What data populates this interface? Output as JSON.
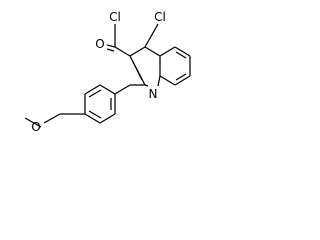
{
  "colors": {
    "bond": "#000000",
    "C": "#000000",
    "O": "#000000",
    "N": "#000000",
    "Cl": "#000000"
  },
  "labels": {
    "cl_acyl": "Cl",
    "o_carbonyl": "O",
    "cl_ring": "Cl",
    "n_ring": "N",
    "o_ether": "O"
  }
}
